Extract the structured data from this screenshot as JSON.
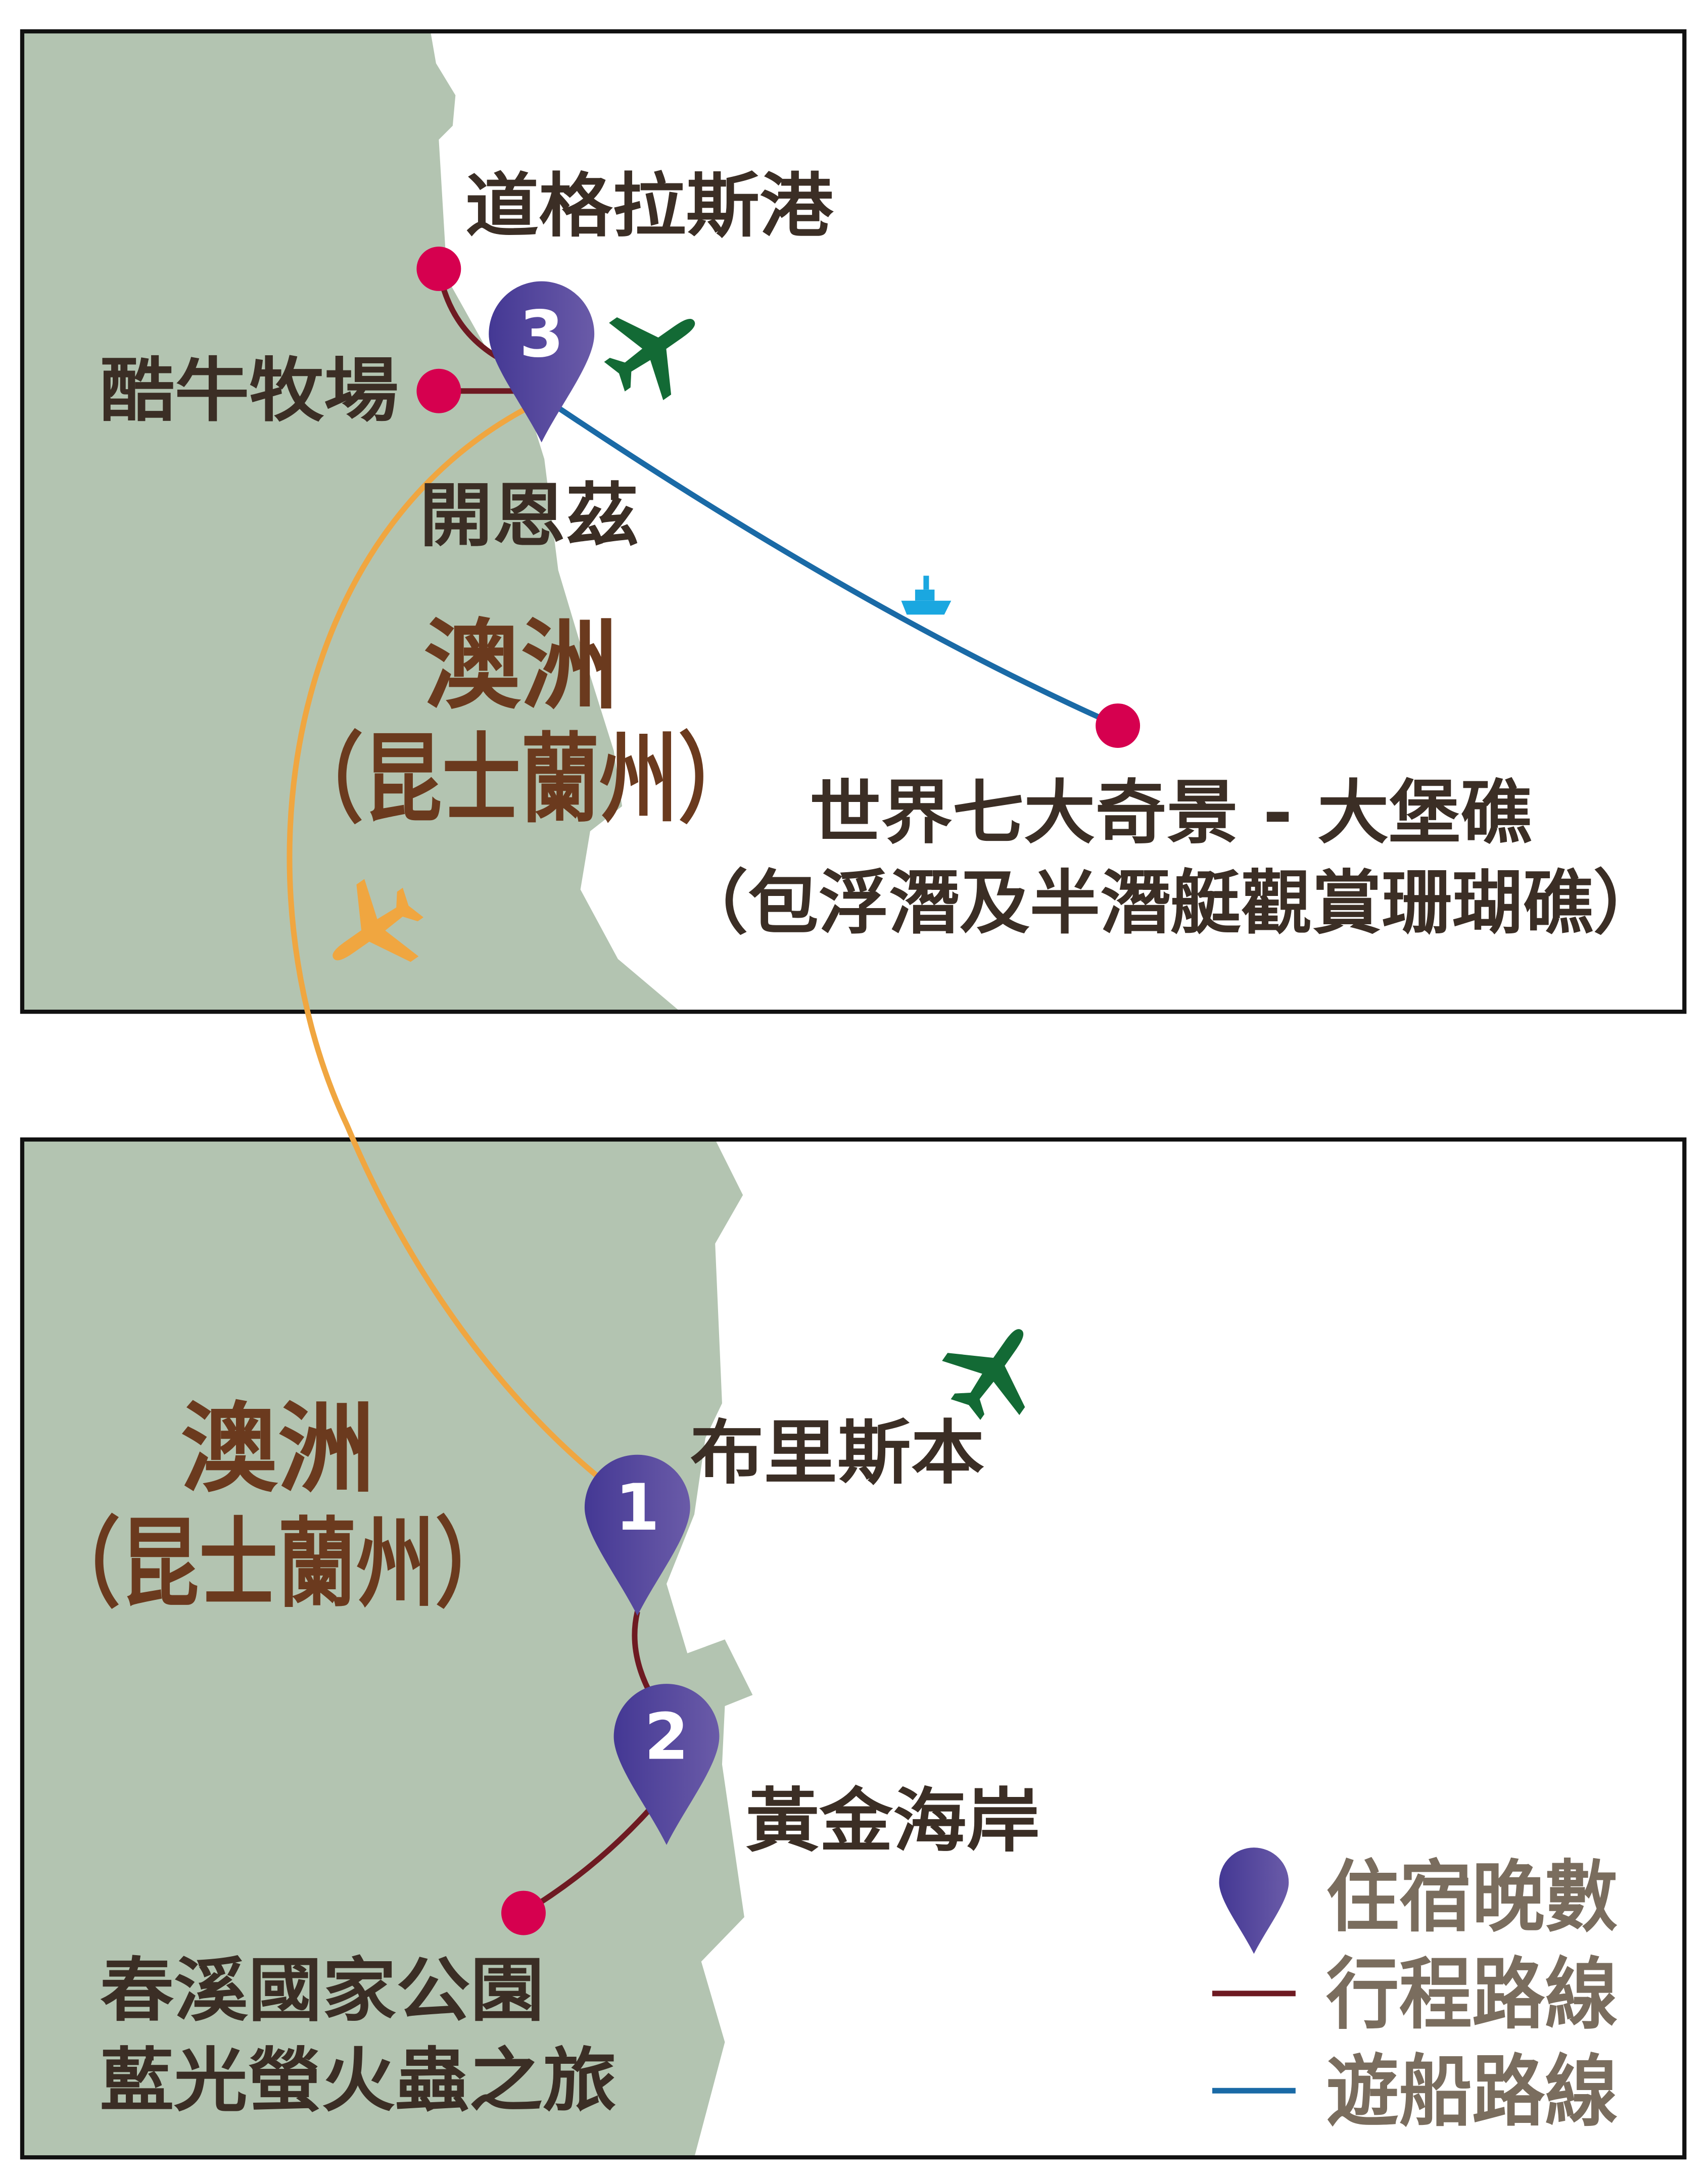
{
  "top_map": {
    "labels": {
      "douglas": "道格拉斯港",
      "ranch": "酷牛牧場",
      "cairns": "開恩茲",
      "region_line1": "澳洲",
      "region_line2": "（昆士蘭州）",
      "reef_line1": "世界七大奇景 - 大堡礁",
      "reef_line2": "（包浮潛及半潛艇觀賞珊瑚礁）"
    },
    "pin": {
      "number": "3"
    }
  },
  "bottom_map": {
    "labels": {
      "brisbane": "布里斯本",
      "goldcoast": "黃金海岸",
      "springbrook_line1": "春溪國家公園",
      "springbrook_line2": "藍光螢火蟲之旅",
      "region_line1": "澳洲",
      "region_line2": "（昆士蘭州）"
    },
    "pins": [
      {
        "number": "1"
      },
      {
        "number": "2"
      }
    ]
  },
  "legend": {
    "nights": "住宿晚數",
    "route": "行程路線",
    "cruise": "遊船路線"
  },
  "colors": {
    "land": "#b3c4b1",
    "route": "#6e1a22",
    "cruise": "#1a6aa6",
    "flight": "#f0a640",
    "dot": "#d6004f",
    "pin": "#4f3f98",
    "plane_green": "#136a35",
    "ship": "#1aa7e0",
    "text": "#3b2e25",
    "region_text": "#6b3a1e",
    "legend_text": "#7a6d5e"
  }
}
